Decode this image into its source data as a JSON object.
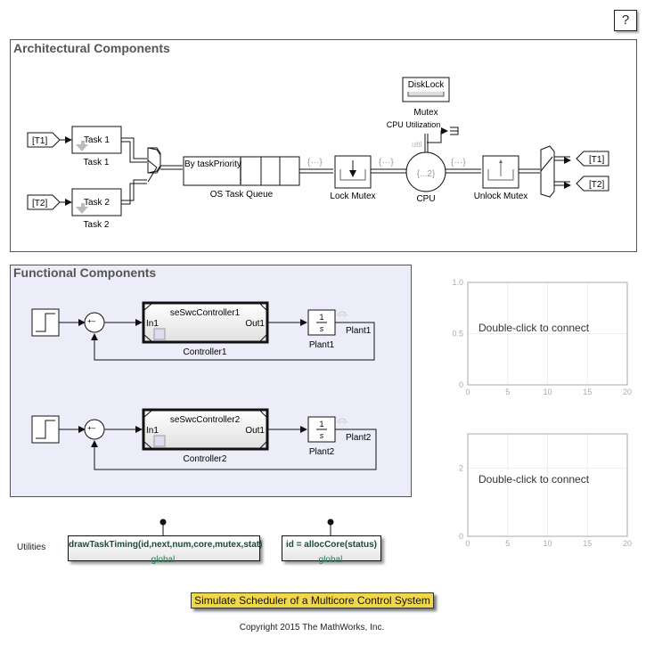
{
  "help_button": {
    "label": "?"
  },
  "architectural": {
    "title": "Architectural Components",
    "goto_in": [
      "[T1]",
      "[T2]"
    ],
    "goto_out": [
      "[T1]",
      "[T2]"
    ],
    "tasks": [
      {
        "inner": "Task 1",
        "label": "Task 1"
      },
      {
        "inner": "Task 2",
        "label": "Task 2"
      }
    ],
    "queue": {
      "inner": "By taskPriority",
      "label": "OS Task Queue"
    },
    "lock_mutex": {
      "label": "Lock Mutex"
    },
    "unlock_mutex": {
      "label": "Unlock Mutex"
    },
    "mutex": {
      "inner": "DiskLock",
      "label": "Mutex"
    },
    "cpu": {
      "inner": "{...2}",
      "label": "CPU",
      "port": "util",
      "signal_label": "CPU Utilization"
    },
    "bus_tag": "{···}"
  },
  "functional": {
    "title": "Functional Components",
    "loops": [
      {
        "controller_inner": "seSwcController1",
        "controller_label": "Controller1",
        "in_port": "In1",
        "out_port": "Out1",
        "plant_num": "1",
        "plant_den": "s",
        "plant_label": "Plant1",
        "signal_label": "Plant1",
        "sum_signs": "+–"
      },
      {
        "controller_inner": "seSwcController2",
        "controller_label": "Controller2",
        "in_port": "In1",
        "out_port": "Out1",
        "plant_num": "1",
        "plant_den": "s",
        "plant_label": "Plant2",
        "signal_label": "Plant2",
        "sum_signs": "+–"
      }
    ]
  },
  "scopes": [
    {
      "message": "Double-click to connect",
      "x_ticks": [
        "0",
        "5",
        "10",
        "15",
        "20"
      ],
      "y_ticks": [
        "0",
        "0.5",
        "1.0"
      ],
      "xlim": [
        0,
        20
      ],
      "ylim": [
        0,
        1.0
      ]
    },
    {
      "message": "Double-click to connect",
      "x_ticks": [
        "0",
        "5",
        "10",
        "15",
        "20"
      ],
      "y_ticks": [
        "0",
        "2"
      ],
      "xlim": [
        0,
        20
      ],
      "ylim": [
        0,
        3
      ]
    }
  ],
  "utilities": {
    "label": "Utilities",
    "functions": [
      {
        "signature": "drawTaskTiming(id,next,num,core,mutex,stat)",
        "scope": "global"
      },
      {
        "signature": "id = allocCore(status)",
        "scope": "global"
      }
    ]
  },
  "banner": "Simulate Scheduler of a Multicore Control System",
  "copyright": "Copyright 2015 The MathWorks, Inc."
}
